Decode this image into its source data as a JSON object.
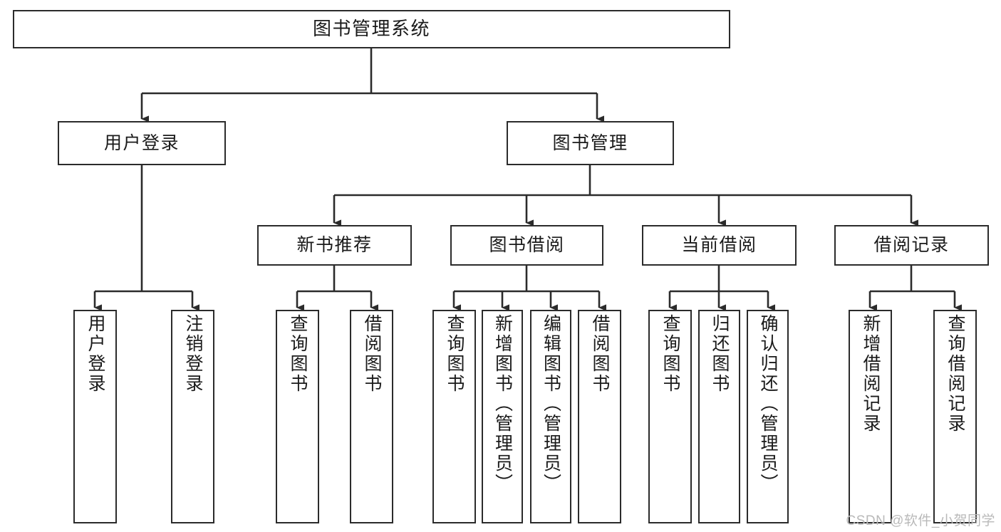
{
  "diagram": {
    "title": "图书管理系统",
    "watermark": "CSDN @软件_小贺同学",
    "type": "tree-hierarchy",
    "colors": {
      "box_border": "#2b2b2b",
      "box_fill": "#ffffff",
      "edge": "#2b2b2b",
      "text": "#1a1a1a",
      "watermark": "#b9b9b9"
    },
    "root": {
      "label": "图书管理系统"
    },
    "level2": [
      {
        "label": "用户登录"
      },
      {
        "label": "图书管理"
      }
    ],
    "level3": [
      {
        "label": "新书推荐"
      },
      {
        "label": "图书借阅"
      },
      {
        "label": "当前借阅"
      },
      {
        "label": "借阅记录"
      }
    ],
    "leaves": {
      "user_login": [
        {
          "label": "用户登录"
        },
        {
          "label": "注销登录"
        }
      ],
      "new_book_recommend": [
        {
          "label": "查询图书"
        },
        {
          "label": "借阅图书"
        }
      ],
      "book_borrow": [
        {
          "label": "查询图书"
        },
        {
          "label": "新增图书（管理员）"
        },
        {
          "label": "编辑图书（管理员）"
        },
        {
          "label": "借阅图书"
        }
      ],
      "current_borrow": [
        {
          "label": "查询图书"
        },
        {
          "label": "归还图书"
        },
        {
          "label": "确认归还（管理员）"
        }
      ],
      "borrow_record": [
        {
          "label": "新增借阅记录"
        },
        {
          "label": "查询借阅记录"
        }
      ]
    }
  }
}
